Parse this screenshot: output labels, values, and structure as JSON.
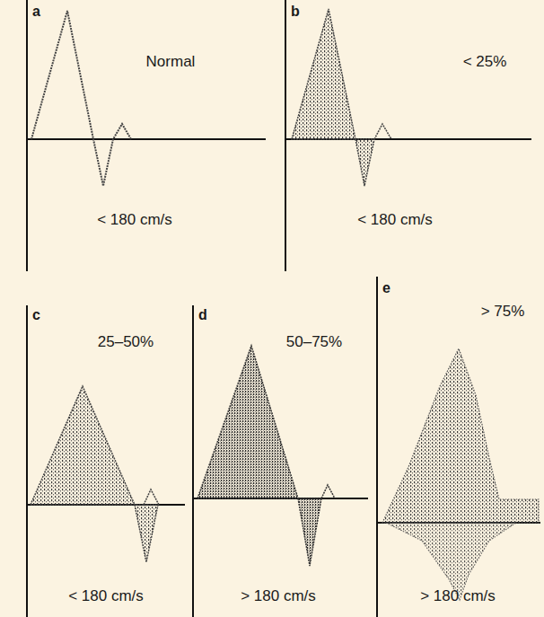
{
  "diagram": {
    "labels": [
      "a",
      "Normal",
      "< 180 cm/s",
      "b",
      "< 25%",
      "< 180 cm/s",
      "c",
      "25–50%",
      "< 180  cm/s",
      "d",
      "50–75%",
      "> 180 cm/s",
      "e",
      "> 75%",
      "> 180 cm/s"
    ]
  }
}
